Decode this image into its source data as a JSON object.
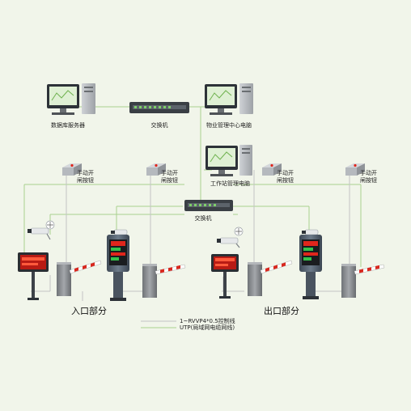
{
  "nodes": {
    "db_server": "数据库服务器",
    "switch_top": "交换机",
    "property_pc": "物业管理中心电脑",
    "workstation_pc": "工作站管理电脑",
    "switch_mid": "交换机",
    "manual_btn_1": [
      "手动开",
      "闸按钮"
    ],
    "manual_btn_2": [
      "手动开",
      "闸按钮"
    ],
    "manual_btn_3": [
      "手动开",
      "闸按钮"
    ],
    "manual_btn_4": [
      "手动开",
      "闸按钮"
    ]
  },
  "sections": {
    "entry": "入口部分",
    "exit": "出口部分"
  },
  "legend": {
    "control_line": "1~RVVP4*0.5控制线",
    "utp_line": "UTP(局域网电缆网线)"
  },
  "colors": {
    "background": "#f1f5ea",
    "network_line": "#a9d18e",
    "control_line": "#c9c9c9",
    "display_red": "#e0261c",
    "gate_arm_red": "#d9281e",
    "cabinet_gray": "#8d9094",
    "monitor_screen": "#dff0d4"
  }
}
